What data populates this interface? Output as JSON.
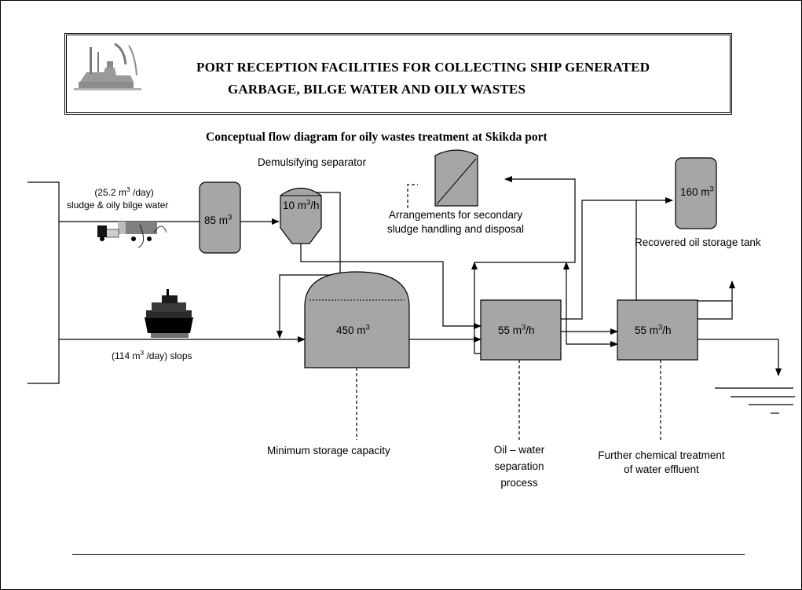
{
  "header": {
    "title_line1": "PORT RECEPTION FACILITIES FOR COLLECTING SHIP GENERATED",
    "title_line2": "GARBAGE, BILGE WATER AND OILY WASTES"
  },
  "diagram": {
    "subtitle": "Conceptual flow diagram for oily wastes treatment at Skikda port",
    "inflow_bilge_rate_prefix": "(25.2 m",
    "inflow_bilge_rate_unit_exp": "3",
    "inflow_bilge_rate_suffix": " /day)",
    "inflow_bilge_desc": "sludge & oily bilge water",
    "tank_bilge_value": "85 m",
    "tank_bilge_exp": "3",
    "separator_title": "Demulsifying separator",
    "separator_capacity": "10 m",
    "separator_capacity_exp": "3",
    "separator_capacity_suffix": "/h",
    "sludge_label_line1": "Arrangements for secondary",
    "sludge_label_line2": "sludge  handling and disposal",
    "oil_tank_value": "160 m",
    "oil_tank_exp": "3",
    "oil_tank_label": "Recovered oil storage tank",
    "storage_tank_value": "450  m",
    "storage_tank_exp": "3",
    "storage_label": "Minimum  storage capacity",
    "slops_prefix": "(114 m",
    "slops_exp": "3",
    "slops_suffix": " /day) slops",
    "separation_unit_value": "55 m",
    "separation_unit_exp": "3",
    "separation_unit_suffix": "/h",
    "separation_label_line1": "Oil – water",
    "separation_label_line2": "separation",
    "separation_label_line3": "process",
    "chemical_unit_value": "55 m",
    "chemical_unit_exp": "3",
    "chemical_unit_suffix": "/h",
    "chemical_label_line1": "Further chemical treatment",
    "chemical_label_line2": "of water effluent"
  },
  "colors": {
    "unit_fill": "#a6a6a6",
    "line": "#000000"
  }
}
